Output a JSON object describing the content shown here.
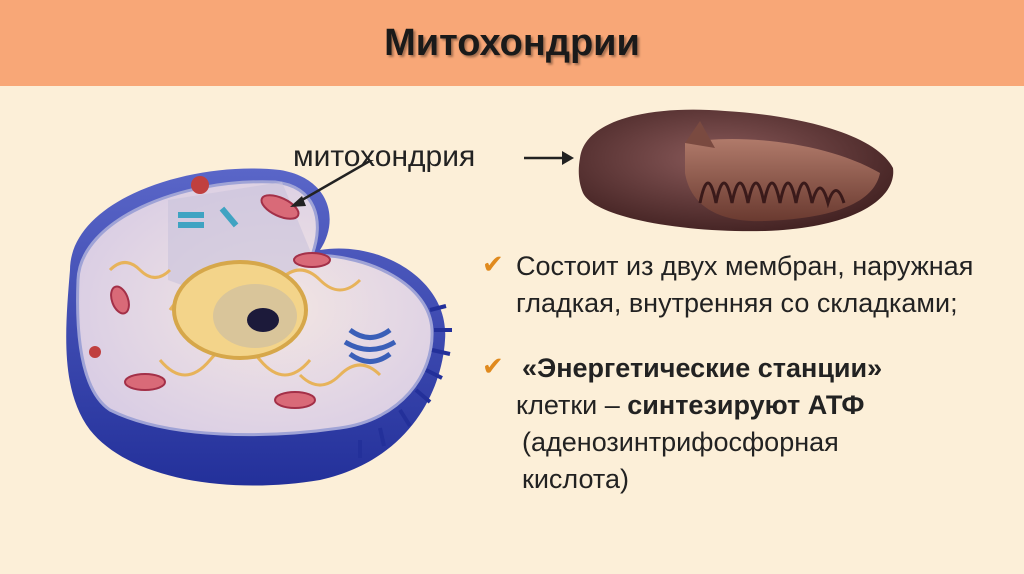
{
  "header": {
    "title": "Митохондрии"
  },
  "labels": {
    "mitochondrion": "митохондрия"
  },
  "bullets": [
    {
      "text": "Состоит из двух мембран, наружная гладкая, внутренняя со складками;"
    },
    {
      "part1": "«Энергетические станции»",
      "part2": "клетки – ",
      "part3": "синтезируют АТФ",
      "part4": "(аденозинтрифосфорная",
      "part5": "кислота)"
    }
  ],
  "icons": {
    "bullet": "checkmark-icon",
    "arrow": "arrow-right-icon"
  },
  "colors": {
    "header_bg": "#f8a777",
    "slide_bg": "#fcefd8",
    "check": "#e08a1e"
  }
}
